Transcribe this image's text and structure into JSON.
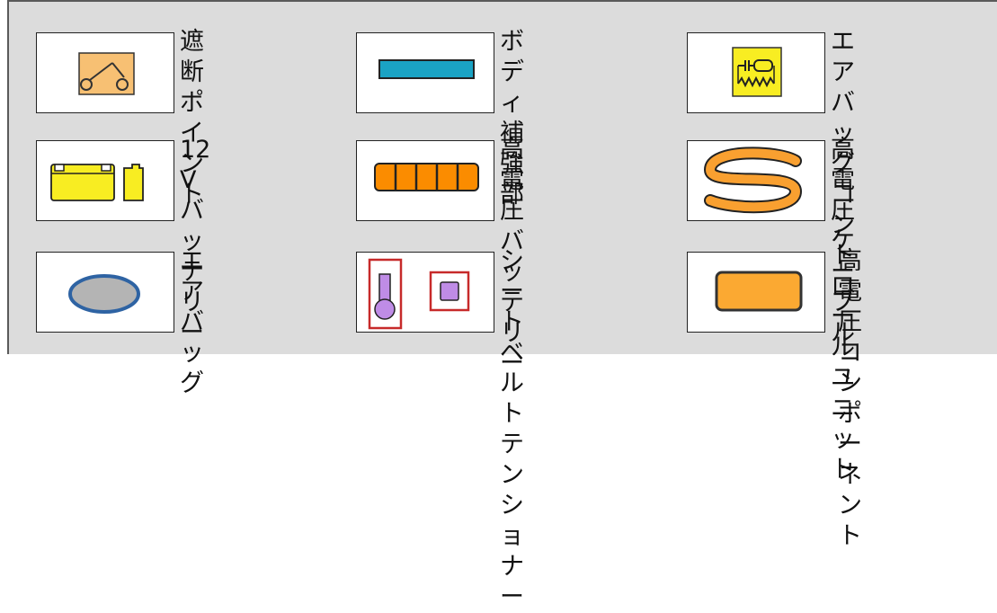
{
  "legend": {
    "items": [
      {
        "id": "cutoff",
        "icon": "cutoff-point-icon",
        "label": "遮断ポイ\nント"
      },
      {
        "id": "body",
        "icon": "body-reinforcement-icon",
        "label": "ボディ補強部"
      },
      {
        "id": "airbag-unit",
        "icon": "airbag-control-unit-icon",
        "label": "エアバッグコ\nントロールユ\nニット"
      },
      {
        "id": "battery12",
        "icon": "12v-battery-icon",
        "label": "12 V バッ\nテリー"
      },
      {
        "id": "hv-battery",
        "icon": "high-voltage-battery-icon",
        "label": "高電圧バッ\nテリー"
      },
      {
        "id": "hv-cable",
        "icon": "high-voltage-cable-icon",
        "label": "高電圧ケー\nブル"
      },
      {
        "id": "airbag",
        "icon": "airbag-icon",
        "label": "エアバッ\nグ"
      },
      {
        "id": "tensioner",
        "icon": "seatbelt-tensioner-icon",
        "label": "シートベルト\nテンショナー"
      },
      {
        "id": "hv-component",
        "icon": "high-voltage-component-icon",
        "label": "高電圧コン\nポーネント"
      }
    ]
  },
  "colors": {
    "orange": "#f7c073",
    "yellow": "#f8ed22",
    "teal": "#1aa3c4",
    "hv_orange": "#fb8c00",
    "cable_orange": "#f9a030",
    "airbag_fill": "#b4b4b4",
    "airbag_stroke": "#2e63a3",
    "tensioner_red": "#c72a2a",
    "tensioner_purple": "#bf8ce6",
    "component_orange": "#fba932"
  }
}
